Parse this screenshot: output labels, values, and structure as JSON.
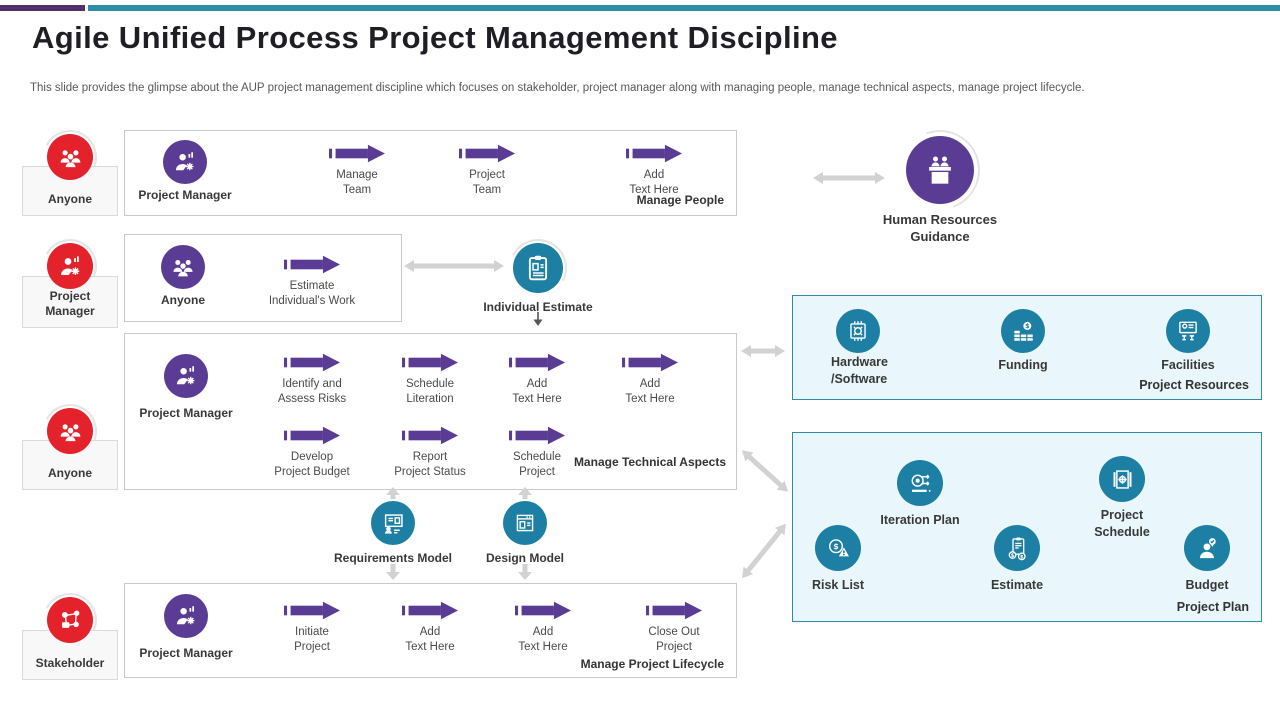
{
  "colors": {
    "accent_purple": "#5b3c94",
    "bar_purple": "#53306b",
    "accent_teal": "#1c7fa3",
    "bar_teal": "#2d8da6",
    "accent_red": "#e4222b",
    "panel_bg": "#e9f6fb",
    "connector_gray": "#d2d2d2"
  },
  "header": {
    "title": "Agile Unified Process Project Management Discipline",
    "subtitle": "This slide provides the glimpse about the AUP  project management discipline which focuses on stakeholder, project manager along with managing people, manage technical aspects, manage project lifecycle."
  },
  "actors": [
    {
      "label": "Anyone"
    },
    {
      "label": "Project\nManager"
    },
    {
      "label": "Anyone"
    },
    {
      "label": "Stakeholder"
    }
  ],
  "row1": {
    "actor": "Project Manager",
    "steps": [
      "Manage\nTeam",
      "Project\nTeam",
      "Add\nText Here"
    ],
    "caption": "Manage People"
  },
  "row2": {
    "actor": "Anyone",
    "steps": [
      "Estimate\nIndividual's Work"
    ]
  },
  "row3": {
    "actor": "Project Manager",
    "steps_top": [
      "Identify and\nAssess Risks",
      "Schedule\nLiteration",
      "Add\nText Here",
      "Add\nText Here"
    ],
    "steps_bottom": [
      "Develop\nProject Budget",
      "Report\nProject Status",
      "Schedule\nProject"
    ],
    "caption": "Manage Technical Aspects"
  },
  "row4": {
    "actor": "Project Manager",
    "steps": [
      "Initiate\nProject",
      "Add\nText Here",
      "Add\nText Here",
      "Close Out\nProject"
    ],
    "caption": "Manage Project Lifecycle"
  },
  "artifacts": {
    "individual_estimate": "Individual Estimate",
    "requirements_model": "Requirements  Model",
    "design_model": "Design Model"
  },
  "hr": {
    "label": "Human Resources\nGuidance"
  },
  "project_resources": {
    "title": "Project Resources",
    "items": [
      {
        "label": "Hardware\n/Software"
      },
      {
        "label": "Funding"
      },
      {
        "label": "Facilities"
      }
    ]
  },
  "project_plan": {
    "title": "Project Plan",
    "items": [
      {
        "label": "Iteration Plan"
      },
      {
        "label": "Project\nSchedule"
      },
      {
        "label": "Risk  List"
      },
      {
        "label": "Estimate"
      },
      {
        "label": "Budget"
      }
    ]
  }
}
